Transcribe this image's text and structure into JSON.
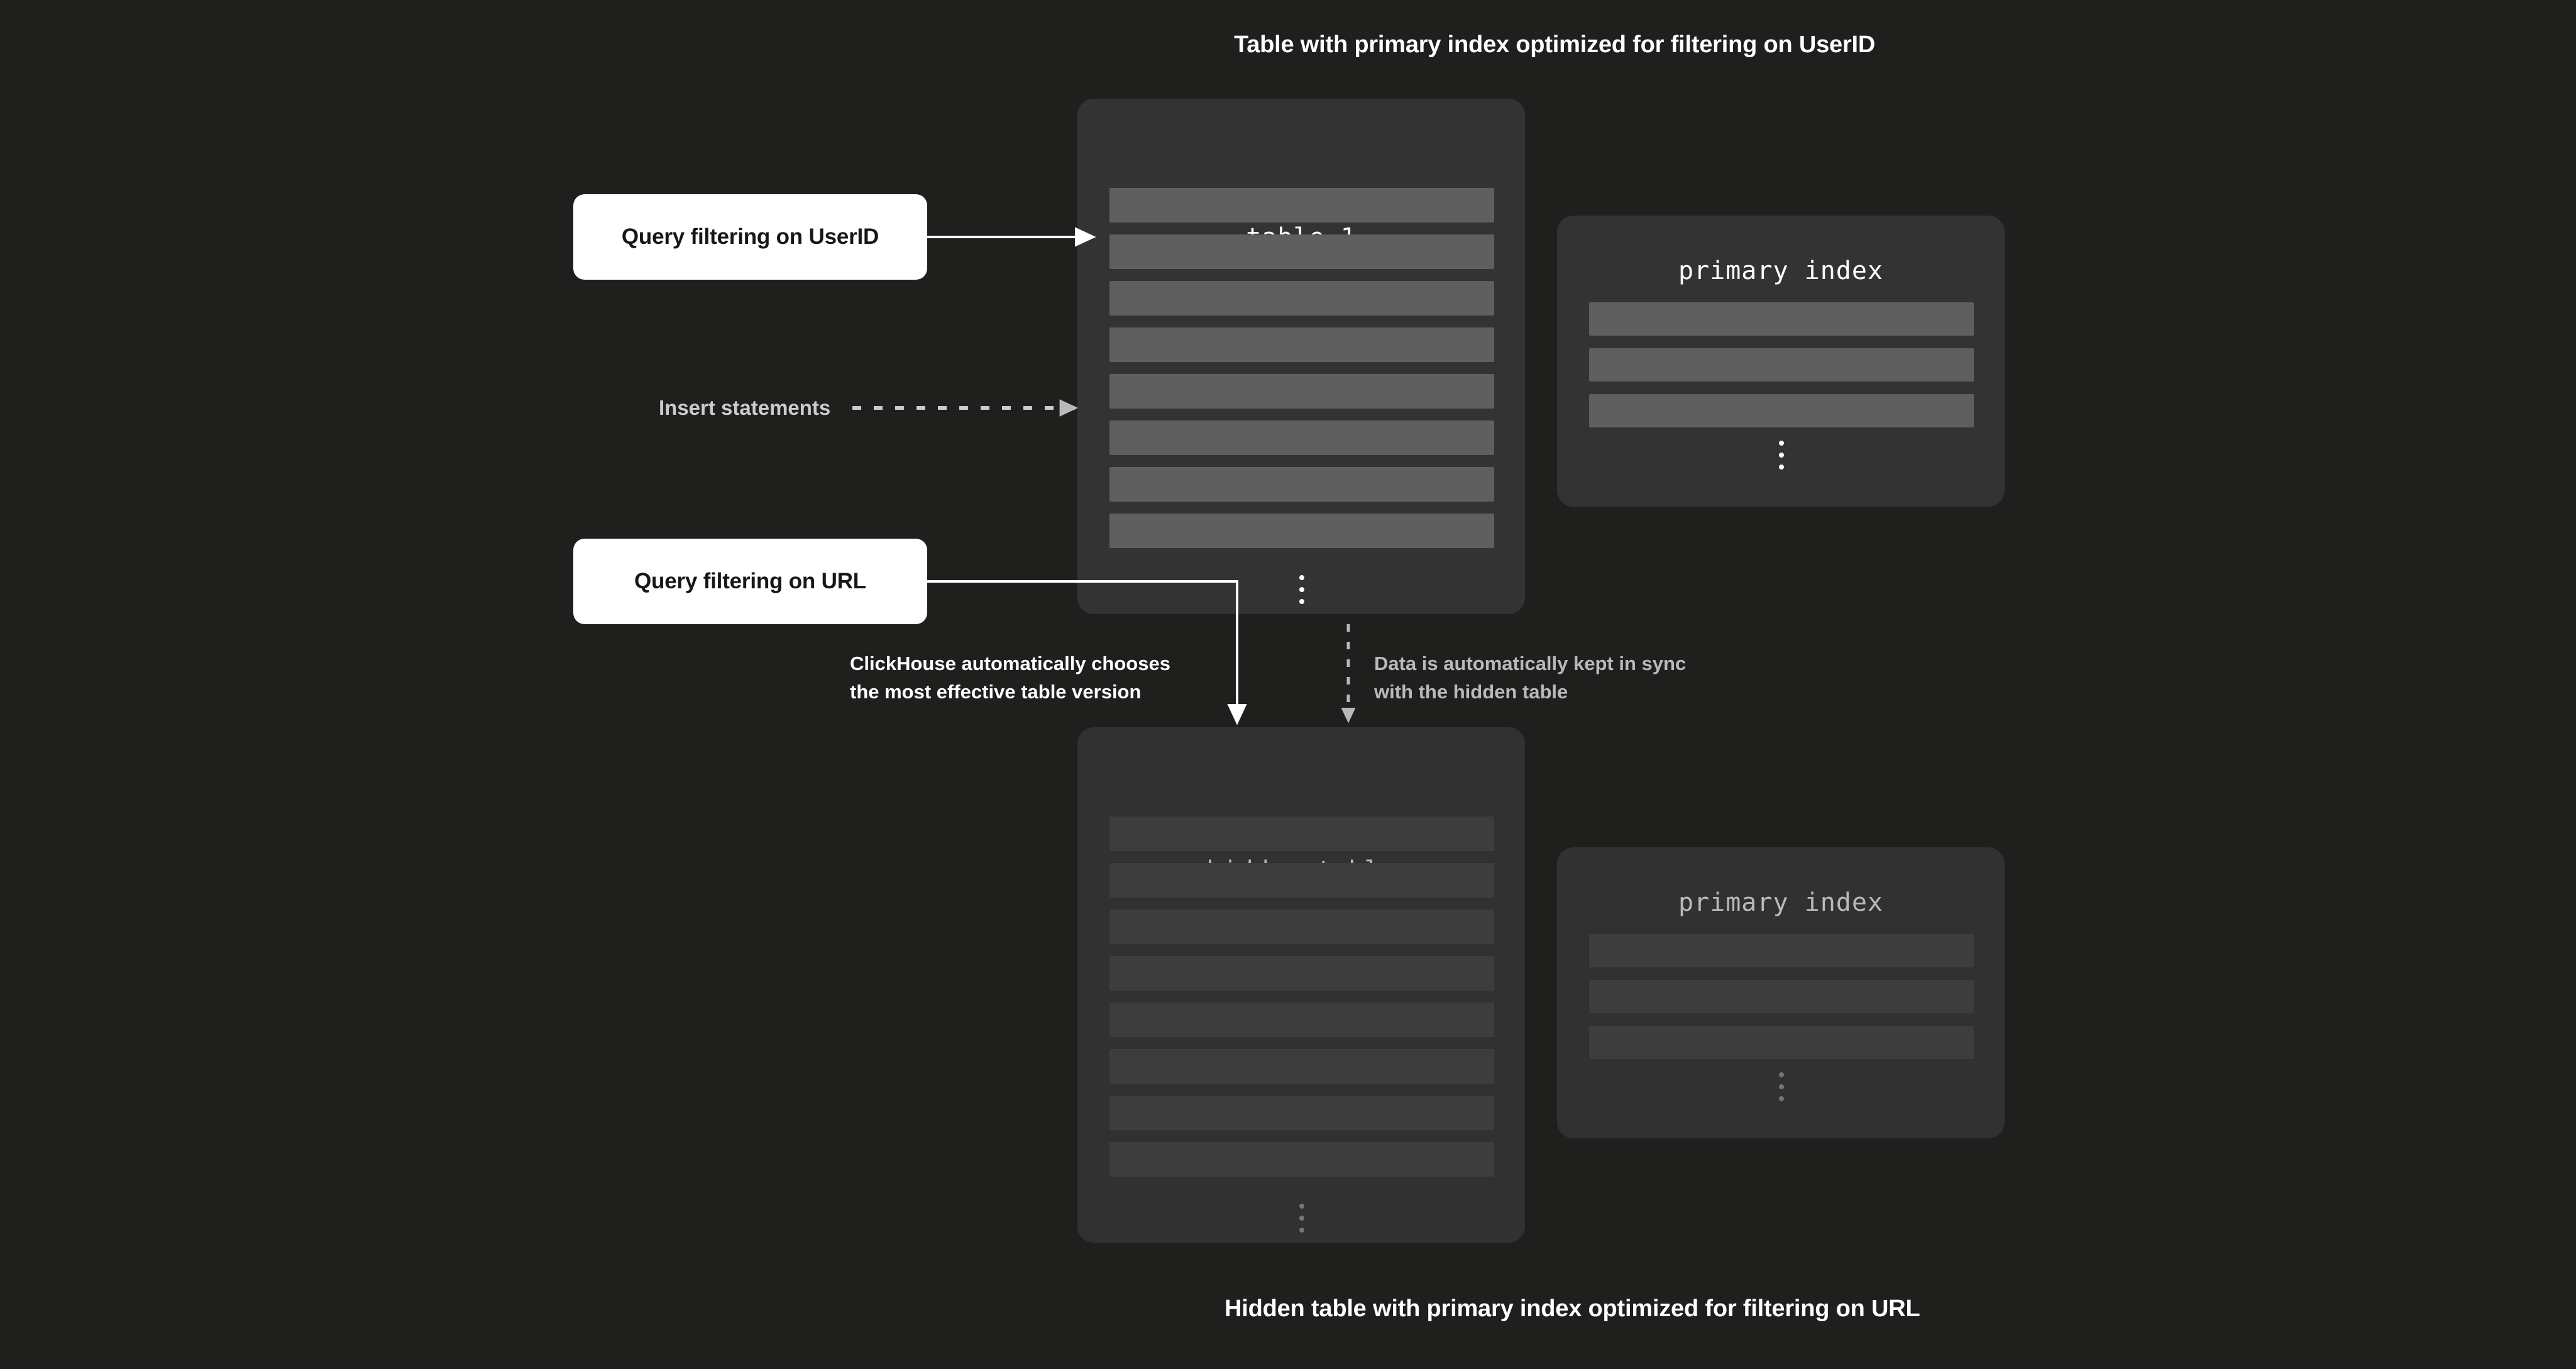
{
  "captions": {
    "top": "Table with primary index optimized for filtering on UserID",
    "bottom": "Hidden table with primary index optimized for filtering on URL"
  },
  "panels": {
    "table1": {
      "title": "table 1",
      "rows": 8,
      "ellipsis": "vertical-ellipsis"
    },
    "primary_index_top": {
      "title": "primary index",
      "rows": 3,
      "ellipsis": "vertical-ellipsis"
    },
    "hidden_table": {
      "title": "hidden table",
      "rows": 8,
      "ellipsis": "vertical-ellipsis"
    },
    "primary_index_bottom": {
      "title": "primary index",
      "rows": 3,
      "ellipsis": "vertical-ellipsis"
    }
  },
  "callouts": {
    "query_userid": "Query filtering on UserID",
    "query_url": "Query filtering on URL"
  },
  "labels": {
    "insert_statements": "Insert statements"
  },
  "annotations": {
    "chooses_version": "ClickHouse automatically chooses\nthe most effective table version",
    "kept_in_sync": "Data is automatically kept in sync\nwith the hidden table"
  },
  "colors": {
    "background": "#1f1f1d",
    "panel_bright": "#333333",
    "panel_dim": "#313131",
    "row_bright": "#5f5f5f",
    "row_dim": "#3d3d3d",
    "callout_bg": "#ffffff",
    "text_white": "#ffffff",
    "text_gray": "#b7b9bb"
  },
  "icons": {
    "arrow_solid": "arrow-right-icon",
    "arrow_dashed": "dashed-arrow-icon",
    "ellipsis": "vertical-ellipsis-icon"
  }
}
